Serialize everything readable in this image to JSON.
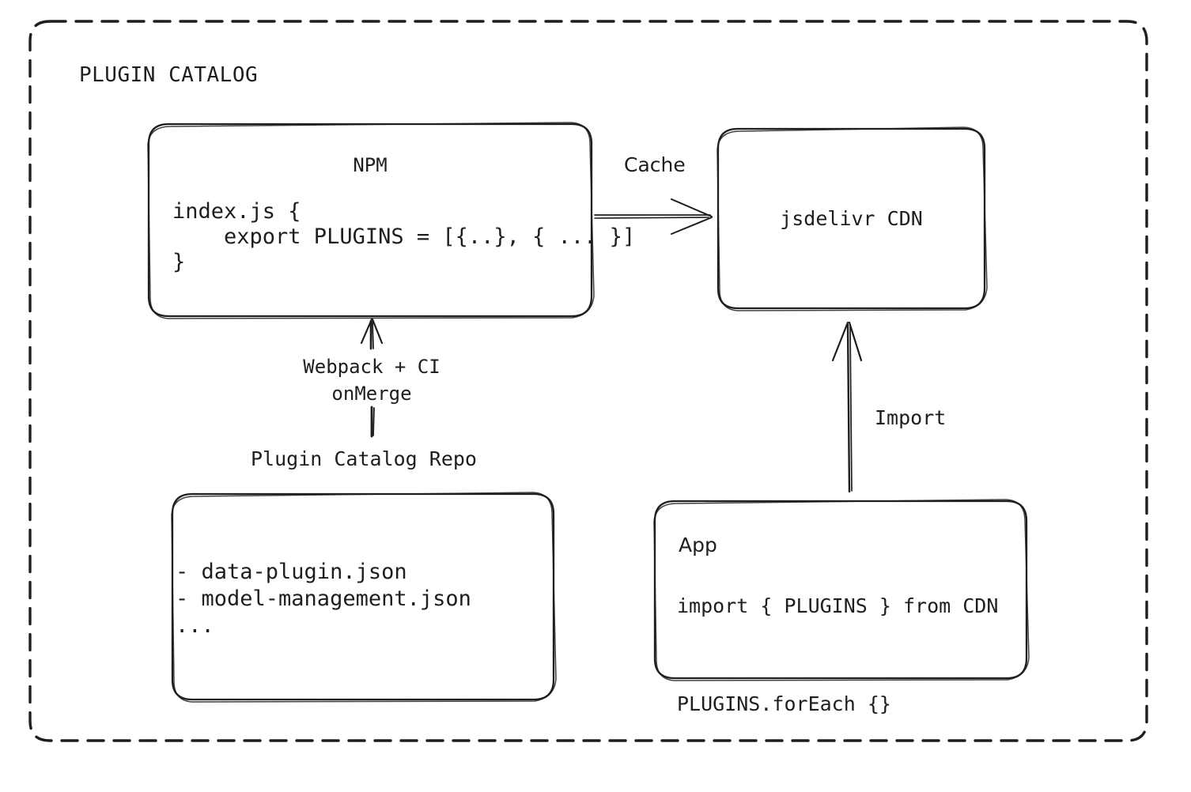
{
  "diagram": {
    "group_title": "PLUGIN CATALOG",
    "background": "#ffffff",
    "stroke_color": "#1e1e1e"
  },
  "nodes": {
    "npm": {
      "title": "NPM",
      "code": "index.js {\n    export PLUGINS = [{..}, { ... }]\n}"
    },
    "cdn": {
      "title": "jsdelivr CDN"
    },
    "repo": {
      "label": "Plugin Catalog Repo",
      "files": "- data-plugin.json\n- model-management.json\n..."
    },
    "app": {
      "title": "App",
      "code": "import { PLUGINS } from CDN\n\nPLUGINS.forEach {}"
    }
  },
  "edges": {
    "cache": {
      "label": "Cache",
      "from": "npm",
      "to": "cdn",
      "direction": "right"
    },
    "build": {
      "label": "Webpack + CI\nonMerge",
      "from": "repo",
      "to": "npm",
      "direction": "up"
    },
    "import": {
      "label": "Import",
      "from": "app",
      "to": "cdn",
      "direction": "up"
    }
  }
}
